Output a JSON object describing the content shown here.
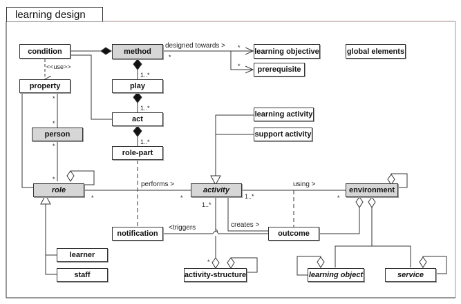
{
  "frame": {
    "title": "learning design"
  },
  "classes": {
    "condition": {
      "label": "condition",
      "shaded": false,
      "abstract": false
    },
    "method": {
      "label": "method",
      "shaded": true,
      "abstract": false
    },
    "learning_objective": {
      "label": "learning objective",
      "shaded": false,
      "abstract": false
    },
    "prerequisite": {
      "label": "prerequisite",
      "shaded": false,
      "abstract": false
    },
    "global_elements": {
      "label": "global elements",
      "shaded": false,
      "abstract": false
    },
    "property": {
      "label": "property",
      "shaded": false,
      "abstract": false
    },
    "play": {
      "label": "play",
      "shaded": false,
      "abstract": false
    },
    "act": {
      "label": "act",
      "shaded": false,
      "abstract": false
    },
    "person": {
      "label": "person",
      "shaded": true,
      "abstract": false
    },
    "role_part": {
      "label": "role-part",
      "shaded": false,
      "abstract": false
    },
    "learning_activity": {
      "label": "learning activity",
      "shaded": false,
      "abstract": false
    },
    "support_activity": {
      "label": "support activity",
      "shaded": false,
      "abstract": false
    },
    "role": {
      "label": "role",
      "shaded": true,
      "abstract": true
    },
    "activity": {
      "label": "activity",
      "shaded": true,
      "abstract": true
    },
    "environment": {
      "label": "environment",
      "shaded": true,
      "abstract": false
    },
    "notification": {
      "label": "notification",
      "shaded": false,
      "abstract": false
    },
    "outcome": {
      "label": "outcome",
      "shaded": false,
      "abstract": false
    },
    "learner": {
      "label": "learner",
      "shaded": false,
      "abstract": false
    },
    "staff": {
      "label": "staff",
      "shaded": false,
      "abstract": false
    },
    "activity_structure": {
      "label": "activity-structure",
      "shaded": false,
      "abstract": false
    },
    "learning_object": {
      "label": "learning object",
      "shaded": false,
      "abstract": true
    },
    "service": {
      "label": "service",
      "shaded": false,
      "abstract": true
    }
  },
  "association_labels": {
    "designed_towards": "designed towards >",
    "use": "<<use>>",
    "performs": "performs >",
    "using": "using >",
    "creates": "creates >",
    "triggers": "<triggers"
  },
  "multiplicities": {
    "method_designed": "*",
    "learning_objective": "*",
    "prerequisite": "*",
    "play": "1..*",
    "act": "1..*",
    "role_part": "1..*",
    "property_person_top": "*",
    "person_property": "*",
    "person_role": "*",
    "role_person": "*",
    "role_performs": "*",
    "activity_performs": "*",
    "activity_using": "1..*",
    "environment_using": "*",
    "activity_structure_top": "1..*",
    "activity_structure_agg": "*"
  },
  "colors": {
    "shaded_fill": "#d6d6d6",
    "line": "#333333",
    "frame_border": "#333333"
  }
}
